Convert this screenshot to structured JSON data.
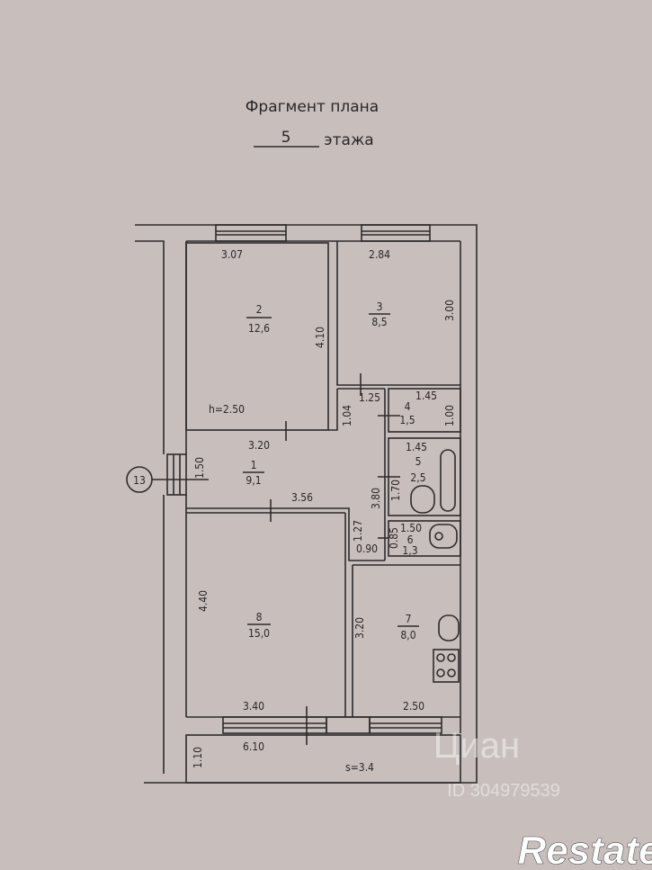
{
  "title": {
    "line1": "Фрагмент плана",
    "floor": "5",
    "line2": "этажа"
  },
  "rooms": [
    {
      "number": "1",
      "area": "9,1"
    },
    {
      "number": "2",
      "area": "12,6"
    },
    {
      "number": "3",
      "area": "8,5"
    },
    {
      "number": "4",
      "area": "1,5"
    },
    {
      "number": "5",
      "area": "2,5"
    },
    {
      "number": "6",
      "area": "1,3"
    },
    {
      "number": "7",
      "area": "8,0"
    },
    {
      "number": "8",
      "area": "15,0"
    }
  ],
  "dimensions": {
    "r2_width": "3.07",
    "r3_width": "2.84",
    "r2_length": "4.10",
    "r3_length": "3.00",
    "ceiling_height": "h=2.50",
    "d_1_25": "1.25",
    "r4_width": "1.45",
    "r4_length": "1.00",
    "d_1_04": "1.04",
    "r1_width": "3.20",
    "entry": "1.50",
    "r5_width": "1.45",
    "r5_length": "1.70",
    "corridor_length": "3.80",
    "d_3_56": "3.56",
    "r6_width": "1.50",
    "r6_length": "0.85",
    "d_1_27": "1.27",
    "d_0_90": "0.90",
    "r8_length": "4.40",
    "r7_length": "3.20",
    "r8_width": "3.40",
    "r7_width": "2.50",
    "balcony_width": "6.10",
    "balcony_depth": "1.10",
    "balcony_area": "s=3.4"
  },
  "axis_marker": "13",
  "watermark": {
    "brand": "Циан",
    "id": "ID 304979539"
  },
  "logo": "Restate"
}
